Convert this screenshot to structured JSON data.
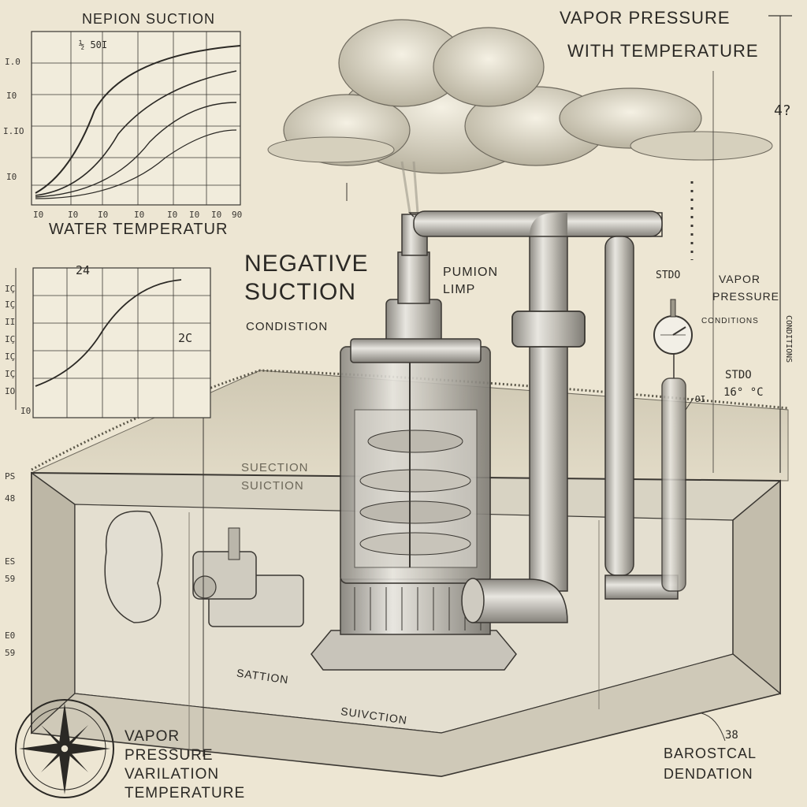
{
  "top_left_chart": {
    "title": "NEPION SUCTION",
    "corner_note": "½ 50I",
    "xlabel": "WATER TEMPERATUR",
    "y_ticks": [
      "I.0",
      "I0",
      "I.IO",
      "I0"
    ],
    "x_ticks": [
      "I0",
      "I0",
      "I0",
      "I0",
      "I0",
      "I0",
      "I0",
      "90"
    ]
  },
  "mid_left_chart": {
    "top_note": "24",
    "inner_note": "2C",
    "y_ticks": [
      "ΙÇ",
      "IÇ",
      "ΙΙ",
      "IÇ",
      "ΙÇ",
      "ΙÇ",
      "IΟ",
      "I0"
    ]
  },
  "header_right": {
    "line1": "VAPOR PRESSURE",
    "line2": "WITH TEMPERATURE"
  },
  "right_marks": {
    "top_number": "4?",
    "vertical_label": "CONDITIONS"
  },
  "center_labels": {
    "negative_line1": "NEGATIVE",
    "negative_line2": "SUCTION",
    "condition": "CONDISTION",
    "pump": "PUMION LIMP"
  },
  "right_labels": {
    "stdo": "STDO",
    "vapor1": "VAPOR",
    "vapor2": "PRESSURE",
    "conditions": "CONDITIONS",
    "std": "STDO",
    "temp": "16° °C",
    "small": "9I"
  },
  "left_margin": {
    "marks": [
      "PS",
      "48",
      "ES",
      "59",
      "E0",
      "59"
    ]
  },
  "tank_labels": {
    "suction1": "SUECTION",
    "suction2": "SUICTION",
    "floor1": "SATTION",
    "floor2": "SUIVCTION"
  },
  "bottom_left": {
    "line1": "VAPOR",
    "line2": "PRESSURE",
    "line3": "VARILATION",
    "line4": "TEMPERATURE"
  },
  "bottom_right": {
    "number": "38",
    "line1": "BAROSTCAL",
    "line2": "DENDATION"
  },
  "palette": {
    "paper": "#ede6d3",
    "ink": "#2b2925",
    "steel": "#b9b6ae",
    "cloud": "#d9d3c0"
  },
  "icons": [
    "compass-rose-icon",
    "pressure-gauge-icon"
  ]
}
